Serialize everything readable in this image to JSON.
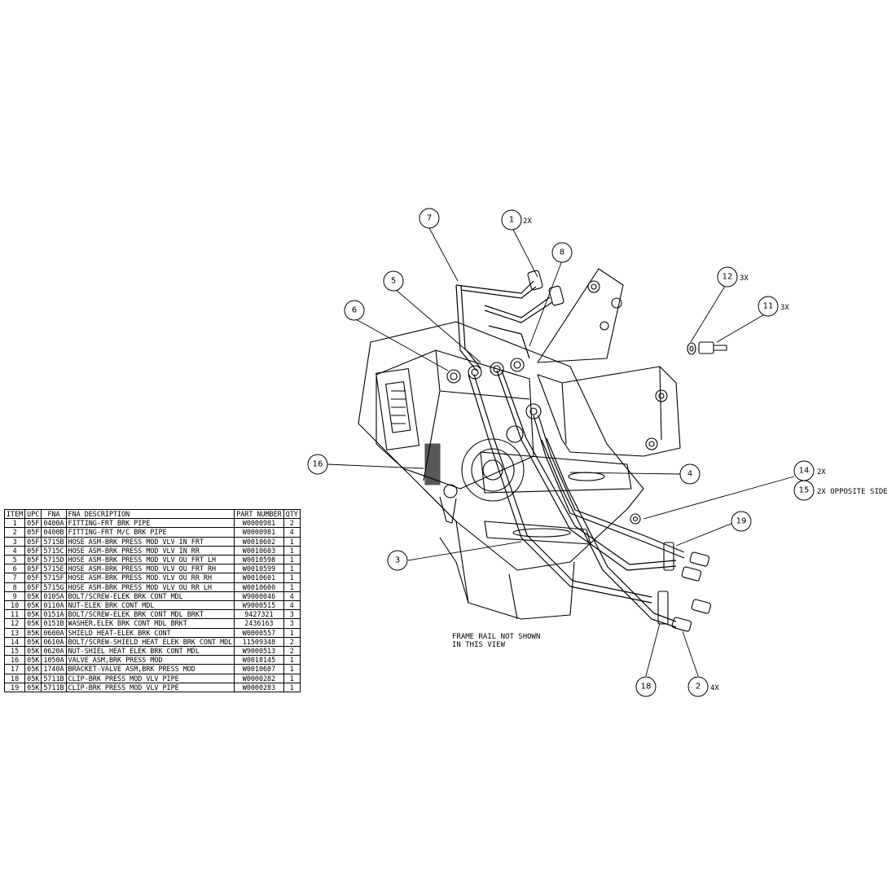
{
  "bom": {
    "headers": [
      "ITEM",
      "UPC",
      "FNA",
      "FNA DESCRIPTION",
      "PART NUMBER",
      "QTY"
    ],
    "rows": [
      [
        "1",
        "05F",
        "0400A",
        "FITTING-FRT BRK PIPE",
        "W0000981",
        "2"
      ],
      [
        "2",
        "05F",
        "0400B",
        "FITTING-FRT M/C BRK PIPE",
        "W0000981",
        "4"
      ],
      [
        "3",
        "05F",
        "5715B",
        "HOSE ASM-BRK PRESS MOD VLV IN FRT",
        "W0010602",
        "1"
      ],
      [
        "4",
        "05F",
        "5715C",
        "HOSE ASM-BRK PRESS MOD VLV IN RR",
        "W0010603",
        "1"
      ],
      [
        "5",
        "05F",
        "5715D",
        "HOSE ASM-BRK PRESS MOD VLV OU FRT LH",
        "W0010598",
        "1"
      ],
      [
        "6",
        "05F",
        "5715E",
        "HOSE ASM-BRK PRESS MOD VLV OU FRT RH",
        "W0010599",
        "1"
      ],
      [
        "7",
        "05F",
        "5715F",
        "HOSE ASM-BRK PRESS MOD VLV OU RR RH",
        "W0010601",
        "1"
      ],
      [
        "8",
        "05F",
        "5715G",
        "HOSE ASM-BRK PRESS MOD VLV OU RR LH",
        "W0010600",
        "1"
      ],
      [
        "9",
        "05K",
        "0105A",
        "BOLT/SCREW-ELEK BRK CONT MDL",
        "W9000046",
        "4"
      ],
      [
        "10",
        "05K",
        "0110A",
        "NUT-ELEK BRK CONT MDL",
        "W9000515",
        "4"
      ],
      [
        "11",
        "05K",
        "0151A",
        "BOLT/SCREW-ELEK BRK CONT MDL BRKT",
        "9427321",
        "3"
      ],
      [
        "12",
        "05K",
        "0151B",
        "WASHER,ELEK BRK CONT MDL BRKT",
        "2436163",
        "3"
      ],
      [
        "13",
        "05K",
        "0600A",
        "SHIELD HEAT-ELEK BRK CONT",
        "W0000557",
        "1"
      ],
      [
        "14",
        "05K",
        "0610A",
        "BOLT/SCREW-SHIELD HEAT ELEK BRK CONT MDL",
        "11509348",
        "2"
      ],
      [
        "15",
        "05K",
        "0620A",
        "NUT-SHIEL HEAT ELEK BRK CONT MDL",
        "W9000513",
        "2"
      ],
      [
        "16",
        "05K",
        "1050A",
        "VALVE ASM,BRK PRESS MOD",
        "W0010145",
        "1"
      ],
      [
        "17",
        "05K",
        "1740A",
        "BRACKET-VALVE ASM,BRK PRESS MOD",
        "W0010607",
        "1"
      ],
      [
        "18",
        "05K",
        "5711B",
        "CLIP-BRK PRESS MOD VLV PIPE",
        "W0000282",
        "1"
      ],
      [
        "19",
        "05K",
        "5711B",
        "CLIP-BRK PRESS MOD VLV PIPE",
        "W0000283",
        "1"
      ]
    ]
  },
  "callouts": [
    {
      "num": "1",
      "note": "2X"
    },
    {
      "num": "7",
      "note": ""
    },
    {
      "num": "8",
      "note": ""
    },
    {
      "num": "5",
      "note": ""
    },
    {
      "num": "6",
      "note": ""
    },
    {
      "num": "12",
      "note": "3X"
    },
    {
      "num": "11",
      "note": "3X"
    },
    {
      "num": "16",
      "note": ""
    },
    {
      "num": "4",
      "note": ""
    },
    {
      "num": "14",
      "note": "2X"
    },
    {
      "num": "15",
      "note": "2X OPPOSITE SIDE"
    },
    {
      "num": "19",
      "note": ""
    },
    {
      "num": "3",
      "note": ""
    },
    {
      "num": "18",
      "note": ""
    },
    {
      "num": "2",
      "note": "4X"
    }
  ],
  "note_text": {
    "line1": "FRAME RAIL NOT SHOWN",
    "line2": "IN THIS VIEW"
  }
}
